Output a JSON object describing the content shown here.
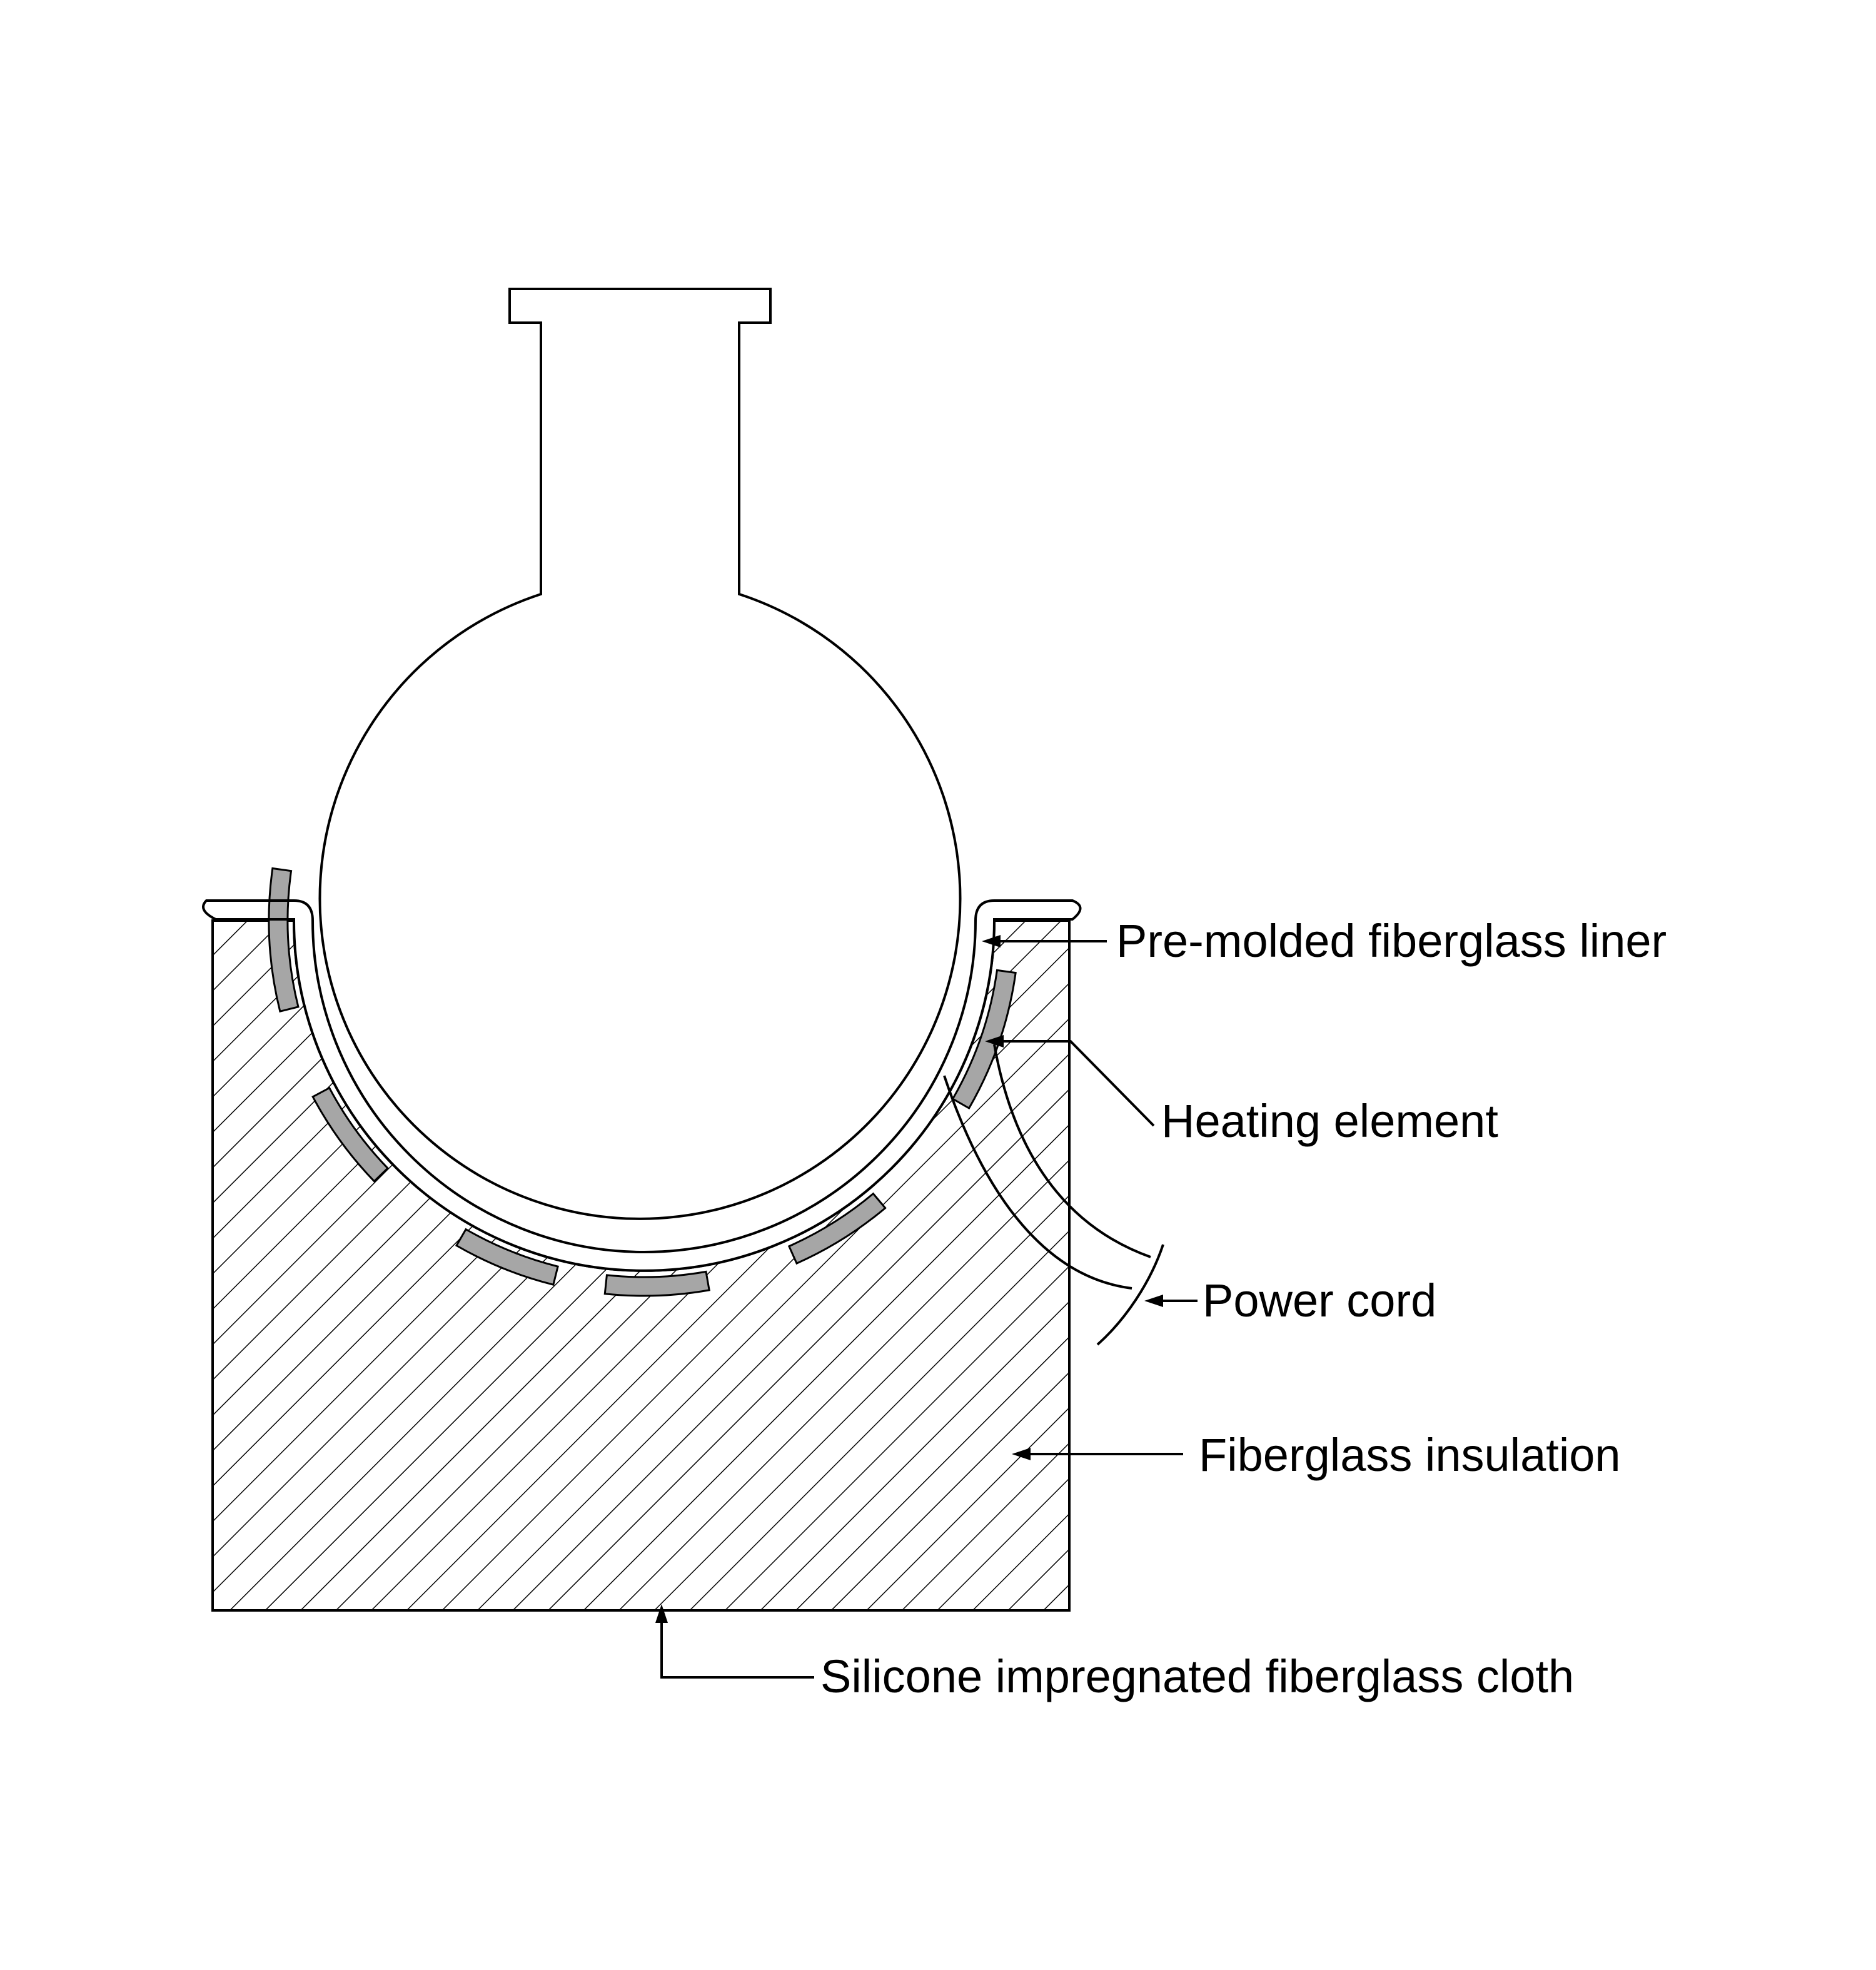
{
  "diagram": {
    "colors": {
      "line": "#000000",
      "background": "#ffffff",
      "heating_element": "#a6a6a6",
      "hatch": "#000000"
    },
    "labels": {
      "liner": "Pre-molded fiberglass liner",
      "heating_element": "Heating element",
      "power_cord": "Power cord",
      "insulation": "Fiberglass insulation",
      "cloth": "Silicone impregnated fiberglass cloth"
    }
  }
}
